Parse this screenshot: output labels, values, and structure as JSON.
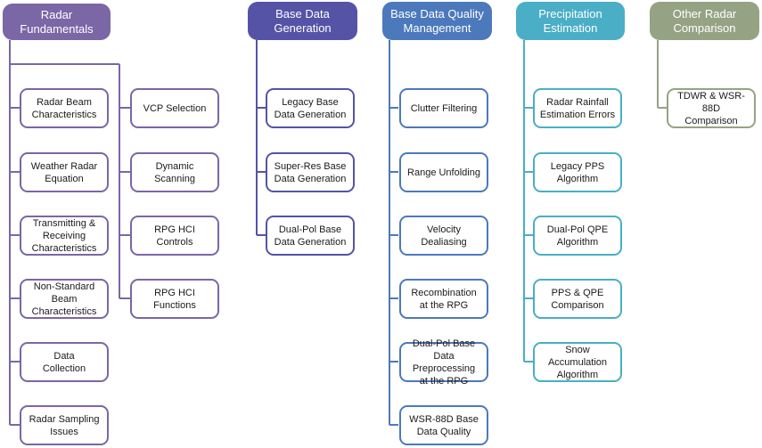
{
  "colors": {
    "radar_fundamentals": "#7b66a6",
    "base_data_generation": "#5553a6",
    "base_data_quality": "#4c79bc",
    "precipitation": "#4aaec6",
    "other_radar": "#95a384"
  },
  "categories": {
    "radar_fundamentals": {
      "title": "Radar\nFundamentals",
      "items": [
        "Radar Beam\nCharacteristics",
        "Weather Radar\nEquation",
        "Transmitting &\nReceiving\nCharacteristics",
        "Non-Standard\nBeam\nCharacteristics",
        "Data\nCollection",
        "Radar Sampling\nIssues"
      ],
      "sub_items": [
        "VCP Selection",
        "Dynamic\nScanning",
        "RPG HCI\nControls",
        "RPG HCI\nFunctions"
      ]
    },
    "base_data_generation": {
      "title": "Base Data\nGeneration",
      "items": [
        "Legacy Base\nData Generation",
        "Super-Res Base\nData Generation",
        "Dual-Pol Base\nData Generation"
      ]
    },
    "base_data_quality": {
      "title": "Base Data Quality\nManagement",
      "items": [
        "Clutter Filtering",
        "Range Unfolding",
        "Velocity\nDealiasing",
        "Recombination\nat the RPG",
        "Dual-Pol Base\nData Preprocessing\nat the RPG",
        "WSR-88D Base\nData Quality"
      ]
    },
    "precipitation": {
      "title": "Precipitation\nEstimation",
      "items": [
        "Radar Rainfall\nEstimation Errors",
        "Legacy PPS\nAlgorithm",
        "Dual-Pol QPE\nAlgorithm",
        "PPS & QPE\nComparison",
        "Snow\nAccumulation\nAlgorithm"
      ]
    },
    "other_radar": {
      "title": "Other Radar\nComparison",
      "items": [
        "TDWR & WSR-88D\nComparison"
      ]
    }
  }
}
